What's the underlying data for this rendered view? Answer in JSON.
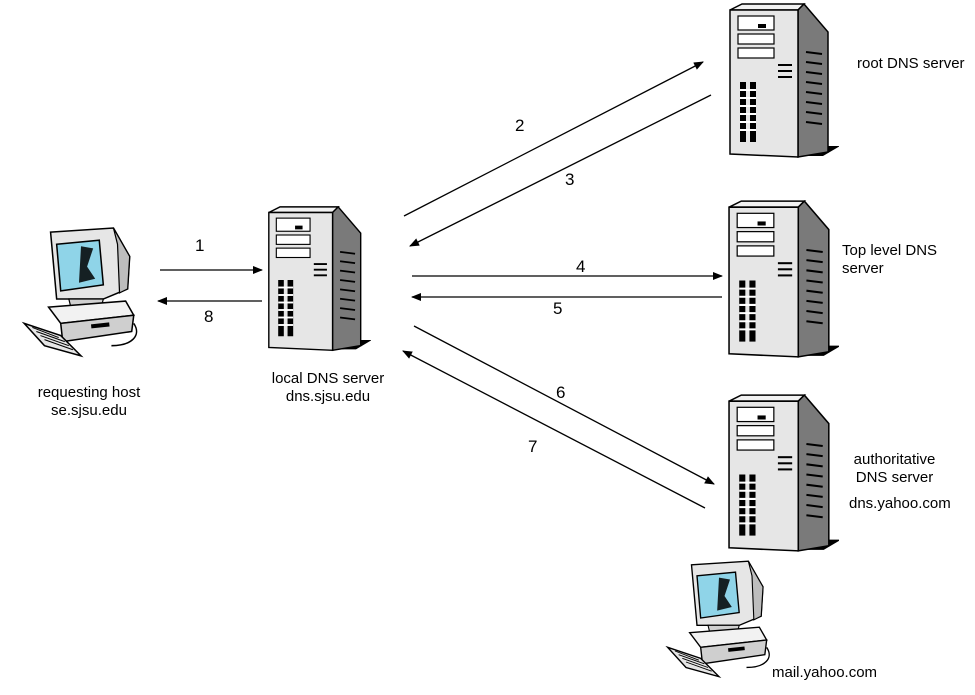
{
  "nodes": {
    "requesting_host": {
      "line1": "requesting host",
      "line2": "se.sjsu.edu"
    },
    "local_dns": {
      "line1": "local DNS server",
      "line2": "dns.sjsu.edu"
    },
    "root_dns": {
      "label": "root DNS server"
    },
    "tld_dns": {
      "line1": "Top level DNS",
      "line2": "server"
    },
    "auth_dns": {
      "line1": "authoritative",
      "line2": "DNS server",
      "host": "dns.yahoo.com"
    },
    "mail_host": {
      "label": "mail.yahoo.com"
    }
  },
  "steps": [
    "1",
    "2",
    "3",
    "4",
    "5",
    "6",
    "7",
    "8"
  ],
  "colors": {
    "stroke": "#000000",
    "server_light": "#e6e6e6",
    "server_dark": "#7a7a7a",
    "screen": "#8fd4e8"
  }
}
